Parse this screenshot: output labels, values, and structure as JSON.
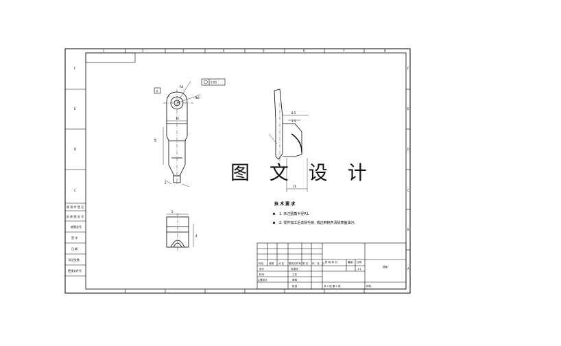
{
  "watermark": "图 文 设 计",
  "notes": {
    "title": "技 术 要 求",
    "items": [
      "1. 未注圆角半径R1.",
      "2. 零件加工后去除毛刺, 锐边倒钝并清除表面油污."
    ]
  },
  "border_numbers": [
    "1",
    "2",
    "3",
    "4",
    "5",
    "6",
    "7",
    "8"
  ],
  "border_letters": [
    "F",
    "E",
    "D",
    "C",
    "B",
    "A"
  ],
  "left_column_labels": [
    "借 用 件 登 记",
    "旧 底 图 总 号",
    "底图总号",
    "签 字",
    "日 期",
    "标记处数",
    "更改文件号"
  ],
  "title_block": {
    "header_cells": [
      "标记",
      "处数",
      "分 区",
      "更改文件号",
      "签 名",
      "年、月、日"
    ],
    "rows": [
      [
        "设计",
        "",
        "标准化",
        ""
      ],
      [
        "校对",
        "",
        "工艺",
        ""
      ],
      [
        "主管设计",
        "",
        "审核",
        ""
      ],
      [
        "",
        "",
        "批准",
        ""
      ]
    ],
    "stage_labels": [
      "阶 段 标 记",
      "重量",
      "比例"
    ],
    "scale": "1:1",
    "sheet_info": "共 1 张 第 1 张",
    "part_name": "插板",
    "material": "材料"
  },
  "dimensions": {
    "datum": "A",
    "flatness": "0.05",
    "d1": "R4",
    "d2": "Φ6",
    "d3": "28",
    "d4": "12",
    "d5": "8.5",
    "d6": "3.5",
    "d7": "16",
    "d8": "5",
    "d9": "4",
    "d10": "2"
  }
}
